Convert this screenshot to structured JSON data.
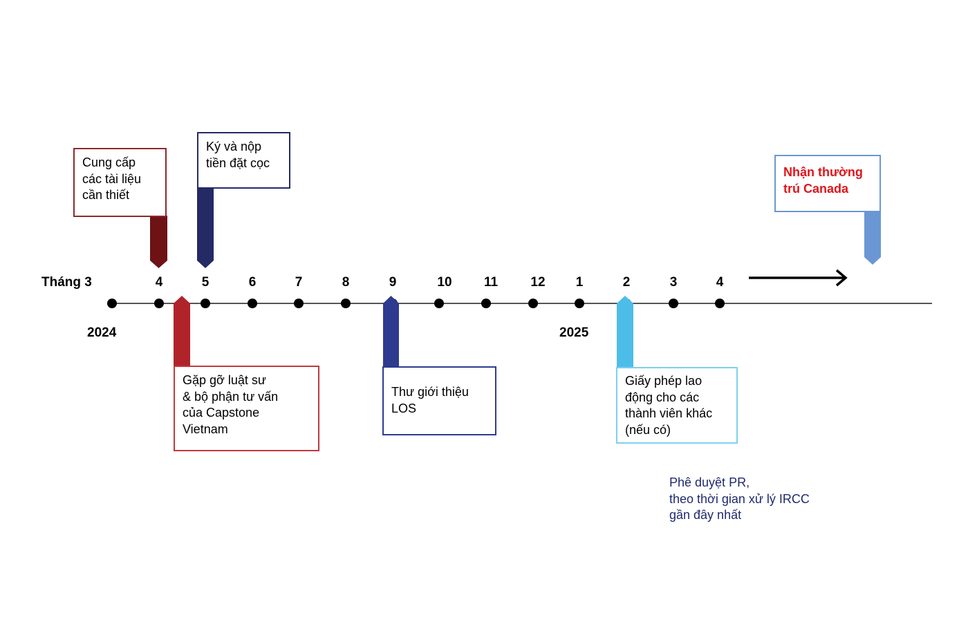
{
  "timeline": {
    "months": [
      "Tháng 3",
      "4",
      "5",
      "6",
      "7",
      "8",
      "9",
      "10",
      "11",
      "12",
      "1",
      "2",
      "3",
      "4"
    ],
    "years": [
      "2024",
      "2025"
    ]
  },
  "milestones": {
    "documents": {
      "lines": [
        "Cung cấp",
        "các tài liệu",
        "cần thiết"
      ],
      "color": "#6e1216"
    },
    "deposit": {
      "lines": [
        "Ký và nộp",
        "tiền đặt cọc"
      ],
      "color": "#232a66"
    },
    "meeting": {
      "lines": [
        "Gặp gỡ luật sư",
        "& bộ phận tư vấn",
        "của Capstone",
        "Vietnam"
      ],
      "color": "#b0232a"
    },
    "los": {
      "lines": [
        "Thư giới thiệu",
        "LOS"
      ],
      "color": "#2e3a8f"
    },
    "work_permit": {
      "lines": [
        "Giấy phép lao",
        "động cho các",
        "thành viên khác",
        "(nếu có)"
      ],
      "color": "#4cbde8"
    },
    "pr": {
      "lines": [
        "Nhận thường",
        "trú Canada"
      ],
      "color": "#6a97d3",
      "text_color": "#e0151b"
    }
  },
  "note": {
    "lines": [
      "Phê duyệt PR,",
      "theo thời gian xử lý IRCC",
      "gần đây nhất"
    ]
  }
}
